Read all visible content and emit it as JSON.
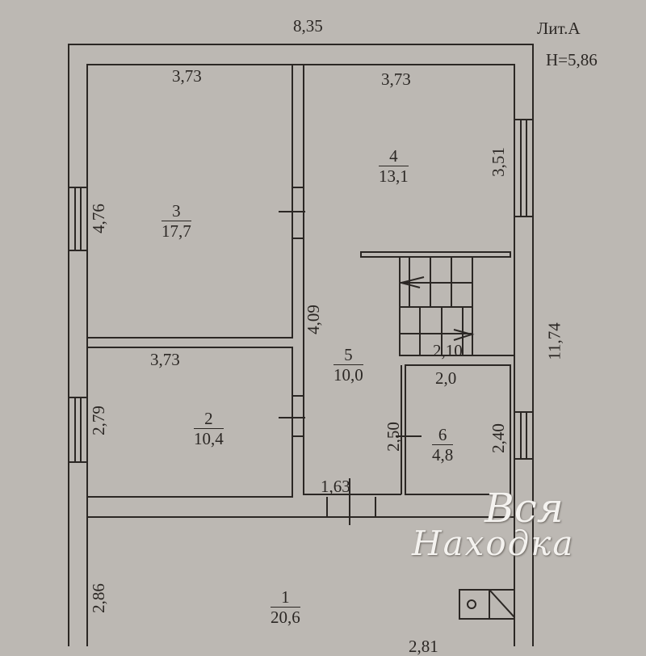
{
  "header": {
    "total_width": "8,35",
    "litera": "Лит.А",
    "height_label": "H=5,86"
  },
  "rooms": [
    {
      "number": "1",
      "area": "20,6"
    },
    {
      "number": "2",
      "area": "10,4"
    },
    {
      "number": "3",
      "area": "17,7"
    },
    {
      "number": "4",
      "area": "13,1"
    },
    {
      "number": "5",
      "area": "10,0"
    },
    {
      "number": "6",
      "area": "4,8"
    }
  ],
  "dimensions": {
    "room3_width": "3,73",
    "room4_width": "3,73",
    "room2_width": "3,73",
    "room3_height": "4,76",
    "room4_height": "3,51",
    "room5_height": "4,09",
    "total_height": "11,74",
    "room2_height": "2,79",
    "stair_width": "2,10",
    "room6_width": "2,0",
    "room6_left": "2,50",
    "room6_right": "2,40",
    "corridor_width": "1,63",
    "room1_height": "2,86",
    "room1_width": "2,81"
  },
  "watermark": {
    "line1": "Вся",
    "line2": "Находка"
  },
  "colors": {
    "paper": "#bcb8b3",
    "ink": "#2b2724"
  }
}
